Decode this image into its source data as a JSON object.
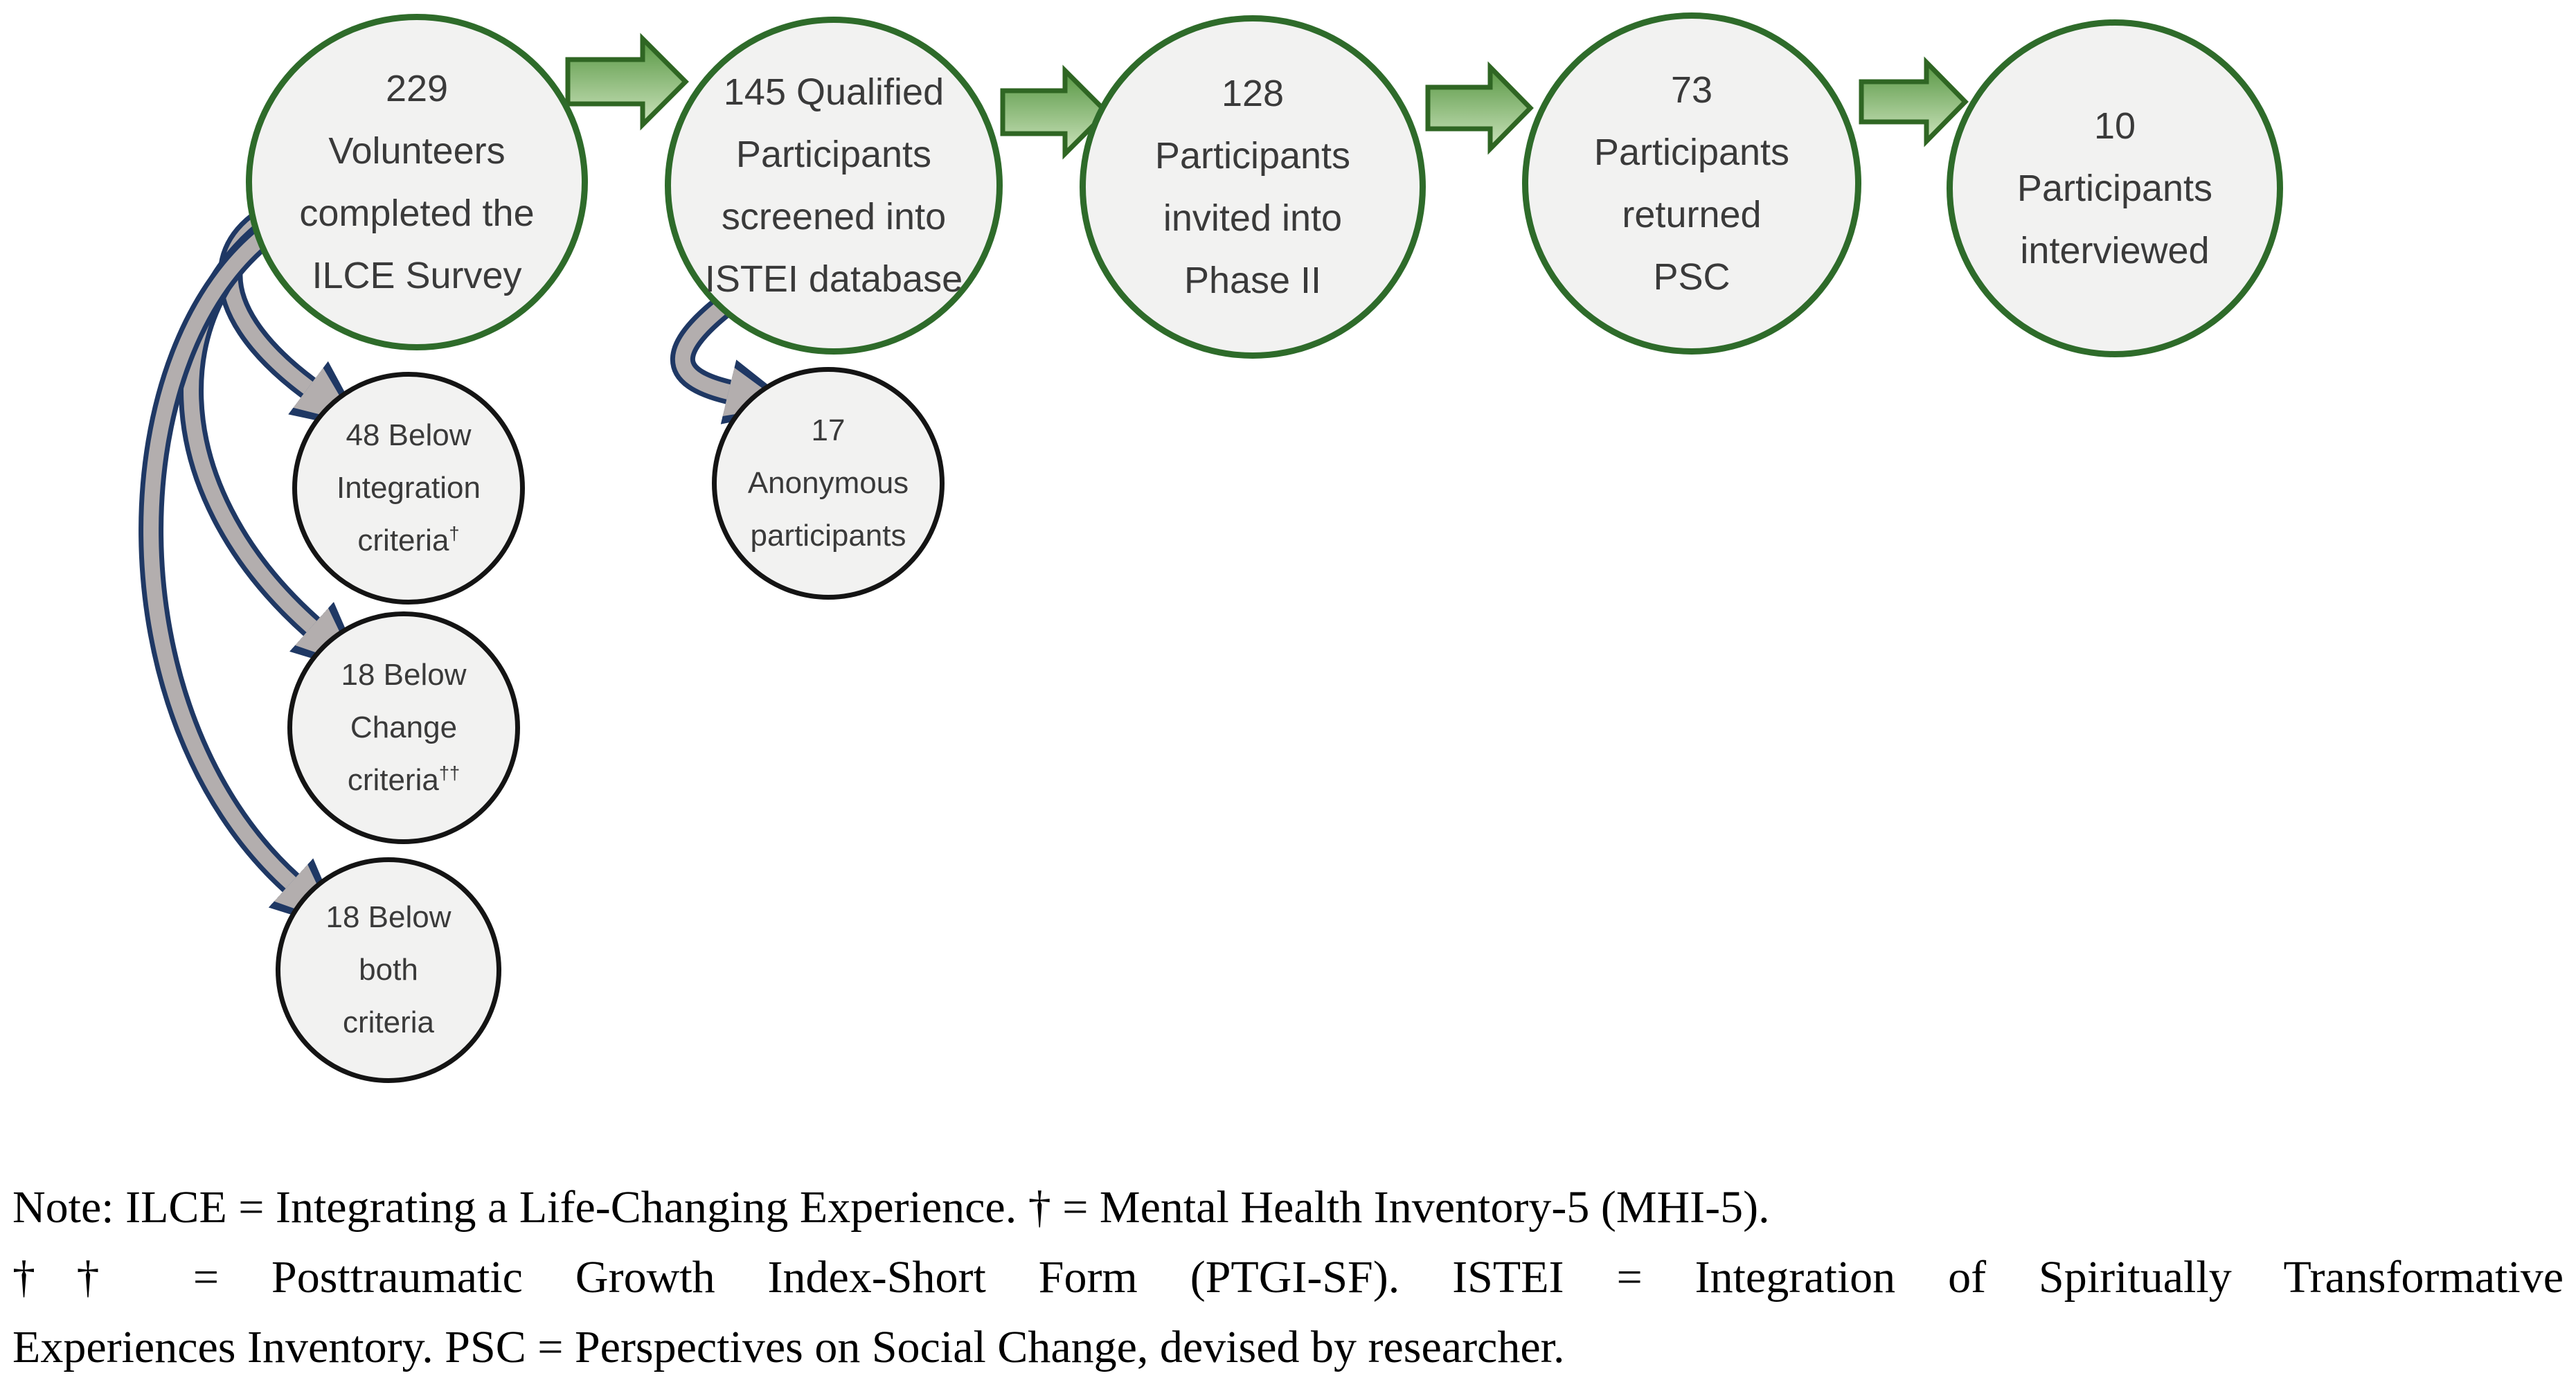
{
  "main": [
    {
      "lines": [
        "229",
        "Volunteers",
        "completed the",
        "ILCE Survey"
      ]
    },
    {
      "lines": [
        "145 Qualified",
        "Participants",
        "screened into",
        "ISTEI database"
      ]
    },
    {
      "lines": [
        "128",
        "Participants",
        "invited into",
        "Phase II"
      ]
    },
    {
      "lines": [
        "73",
        "Participants",
        "returned",
        "PSC"
      ]
    },
    {
      "lines": [
        "10",
        "Participants",
        "interviewed"
      ]
    }
  ],
  "exclusions": [
    {
      "lines": [
        "48 Below",
        "Integration",
        "criteria"
      ],
      "sup": "†"
    },
    {
      "lines": [
        "18 Below",
        "Change",
        "criteria"
      ],
      "sup": "††"
    },
    {
      "lines": [
        "18 Below",
        "both",
        "criteria"
      ],
      "sup": ""
    },
    {
      "lines": [
        "17",
        "Anonymous",
        "participants"
      ],
      "sup": ""
    }
  ],
  "note": {
    "line1": "Note: ILCE = Integrating a Life-Changing Experience. † = Mental Health Inventory-5 (MHI-5).",
    "line2": "†† = Posttraumatic Growth Index-Short Form (PTGI-SF). ISTEI = Integration of Spiritually Transformative",
    "line3": "Experiences Inventory. PSC = Perspectives on Social Change, devised by researcher."
  },
  "colors": {
    "main_circle_border": "#2e6b2a",
    "exclusion_circle_border": "#141414",
    "circle_fill": "#f2f2f1",
    "green_arrow_top": "#569642",
    "green_arrow_bottom": "#cde4bd",
    "green_arrow_border": "#2f6623",
    "curved_arrow_fill": "#b3aeae",
    "curved_arrow_border": "#1f3864",
    "circle_text": "#3a3a3a",
    "note_text": "#000000"
  }
}
